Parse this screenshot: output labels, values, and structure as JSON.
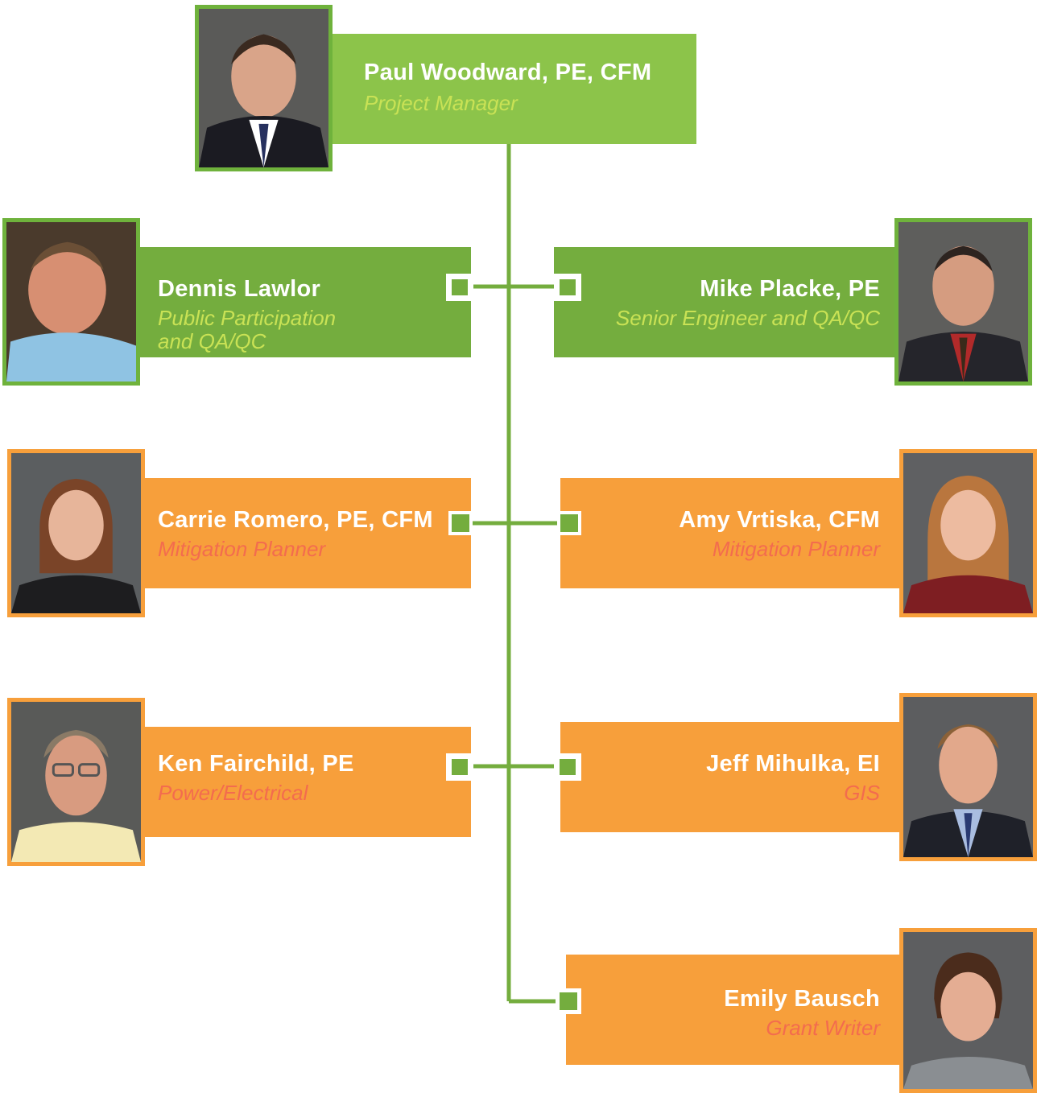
{
  "colors": {
    "green_light": "#8cc44a",
    "green_dark": "#74ad3e",
    "orange": "#f79f3b",
    "connector": "#74ad3e",
    "role_on_green": "#c9e255",
    "role_on_orange": "#f36c4e"
  },
  "people": {
    "woodward": {
      "name": "Paul Woodward, PE, CFM",
      "role": "Project Manager"
    },
    "lawlor": {
      "name": "Dennis Lawlor",
      "role_line1": "Public Participation",
      "role_line2": "and QA/QC"
    },
    "placke": {
      "name": "Mike Placke, PE",
      "role": "Senior Engineer and QA/QC"
    },
    "romero": {
      "name": "Carrie Romero, PE, CFM",
      "role": "Mitigation Planner"
    },
    "vrtiska": {
      "name": "Amy Vrtiska, CFM",
      "role": "Mitigation Planner"
    },
    "fairchild": {
      "name": "Ken Fairchild, PE",
      "role": "Power/Electrical"
    },
    "mihulka": {
      "name": "Jeff Mihulka, EI",
      "role": "GIS"
    },
    "bausch": {
      "name": "Emily Bausch",
      "role": "Grant Writer"
    }
  }
}
